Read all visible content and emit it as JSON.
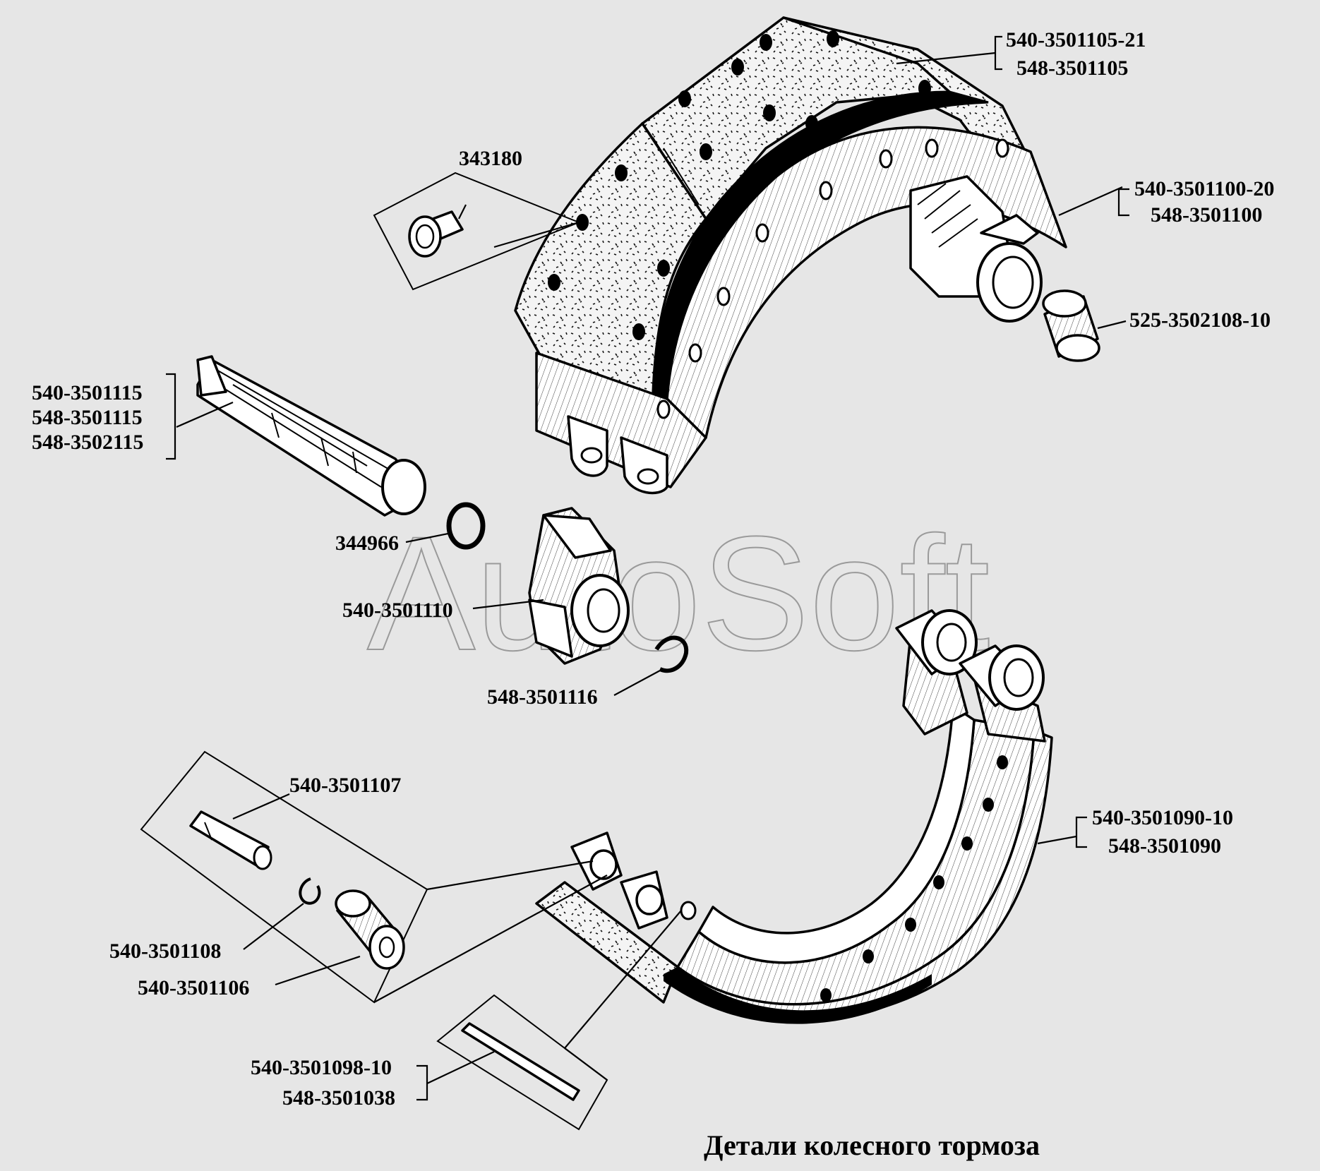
{
  "title": "Детали колесного тормоза",
  "watermark": "AutoSoft",
  "labels": {
    "p_540_3501105_21": "540-3501105-21",
    "p_548_3501105": "548-3501105",
    "p_343180": "343180",
    "p_540_3501100_20": "540-3501100-20",
    "p_548_3501100": "548-3501100",
    "p_525_3502108_10": "525-3502108-10",
    "p_540_3501115": "540-3501115",
    "p_548_3501115": "548-3501115",
    "p_548_3502115": "548-3502115",
    "p_344966": "344966",
    "p_540_3501110": "540-3501110",
    "p_548_3501116": "548-3501116",
    "p_540_3501107": "540-3501107",
    "p_540_3501090_10": "540-3501090-10",
    "p_548_3501090": "548-3501090",
    "p_540_3501108": "540-3501108",
    "p_540_3501106": "540-3501106",
    "p_540_3501098_10": "540-3501098-10",
    "p_548_3501038": "548-3501038"
  },
  "colors": {
    "background": "#e6e6e6",
    "ink": "#000000",
    "lining": "#f2f2f2",
    "metal": "#ffffff",
    "watermark": "#9a9a9a"
  }
}
